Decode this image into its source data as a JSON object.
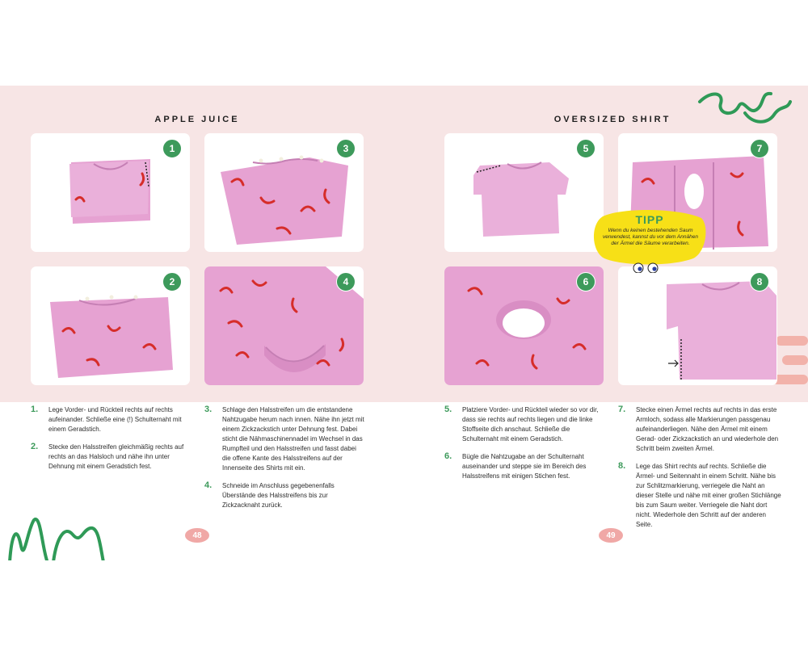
{
  "left_page": {
    "title": "APPLE JUICE",
    "page_number": "48",
    "photos": [
      {
        "badge": "1"
      },
      {
        "badge": "3"
      },
      {
        "badge": "2"
      },
      {
        "badge": "4"
      }
    ],
    "steps_col1": [
      {
        "num": "1.",
        "text": "Lege Vorder- und Rückteil rechts auf rechts aufeinander. Schließe eine (!) Schulternaht mit einem Geradstich."
      },
      {
        "num": "2.",
        "text": "Stecke den Halsstreifen gleichmäßig rechts auf rechts an das Halsloch und nähe ihn unter Dehnung mit einem Geradstich fest."
      }
    ],
    "steps_col2": [
      {
        "num": "3.",
        "text": "Schlage den Halsstreifen um die entstandene Nahtzugabe herum nach innen. Nähe ihn jetzt mit einem Zickzackstich unter Dehnung fest. Dabei sticht die Nähmaschinennadel im Wechsel in das Rumpfteil und den Halsstreifen und fasst dabei die offene Kante des Halsstreifens auf der Innenseite des Shirts mit ein."
      },
      {
        "num": "4.",
        "text": "Schneide im Anschluss gegebenenfalls Überstände des Halsstreifens bis zur Zickzacknaht zurück."
      }
    ]
  },
  "right_page": {
    "title": "OVERSIZED SHIRT",
    "page_number": "49",
    "photos": [
      {
        "badge": "5"
      },
      {
        "badge": "7"
      },
      {
        "badge": "6"
      },
      {
        "badge": "8"
      }
    ],
    "tip": {
      "title": "TIPP",
      "text": "Wenn du keinen bestehenden Saum verwendest, kannst du vor dem Annähen der Ärmel die Säume verarbeiten."
    },
    "steps_col1": [
      {
        "num": "5.",
        "text": "Platziere Vorder- und Rückteil wieder so vor dir, dass sie rechts auf rechts liegen und die linke Stoffseite dich anschaut. Schließe die Schulternaht mit einem Geradstich."
      },
      {
        "num": "6.",
        "text": "Bügle die Nahtzugabe an der Schulternaht auseinander und steppe sie im Bereich des Halsstreifens mit einigen Stichen fest."
      }
    ],
    "steps_col2": [
      {
        "num": "7.",
        "text": "Stecke einen Ärmel rechts auf rechts in das erste Armloch, sodass alle Markierungen passgenau aufeinanderliegen. Nähe den Ärmel mit einem Gerad- oder Zickzackstich an und wiederhole den Schritt beim zweiten Ärmel."
      },
      {
        "num": "8.",
        "text": "Lege das Shirt rechts auf rechts. Schließe die Ärmel- und Seitennaht in einem Schritt. Nähe bis zur Schlitzmarkierung, verriegele die Naht an dieser Stelle und nähe mit einer großen Stichlänge bis zum Saum weiter. Verriegele die Naht dort nicht. Wiederhole den Schritt auf der anderen Seite."
      }
    ]
  },
  "colors": {
    "band": "#f7e5e5",
    "accent_green": "#3d9a5b",
    "fabric_pink": "#e6a2d2",
    "squiggle_red": "#d62d2a",
    "tip_yellow": "#f7e017",
    "page_blob": "#f0a8a6"
  }
}
